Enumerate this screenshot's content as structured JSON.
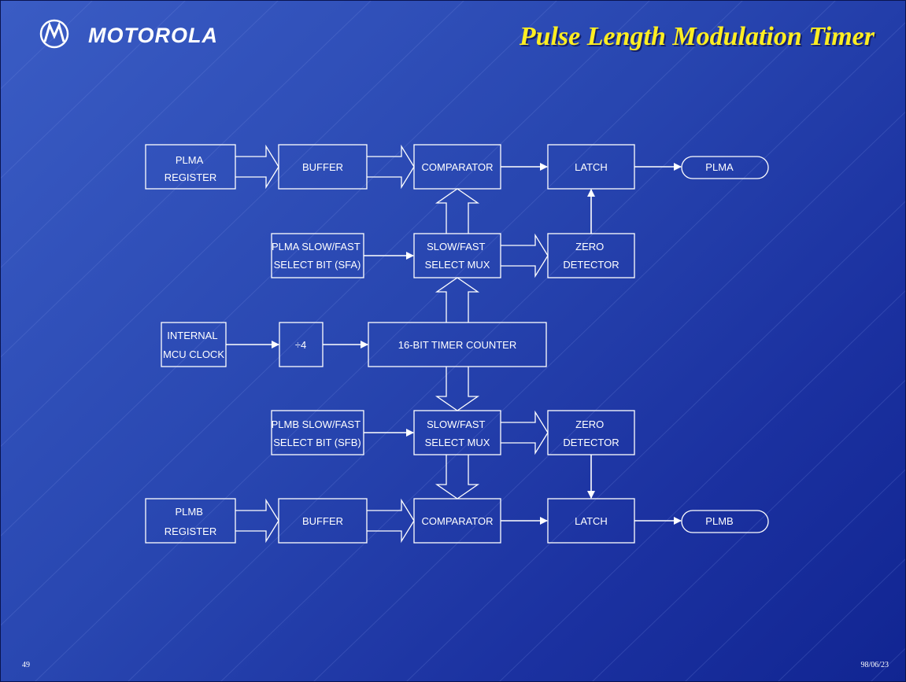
{
  "header": {
    "brand": "MOTOROLA",
    "title": "Pulse Length Modulation Timer"
  },
  "footer": {
    "page_number": "49",
    "date": "98/06/23"
  },
  "blocks": {
    "plma_register": [
      "PLMA",
      "REGISTER"
    ],
    "buffer_a": [
      "BUFFER"
    ],
    "comparator_a": [
      "COMPARATOR"
    ],
    "latch_a": [
      "LATCH"
    ],
    "output_a": [
      "PLMA"
    ],
    "plma_select_bit": [
      "PLMA SLOW/FAST",
      "SELECT BIT (SFA)"
    ],
    "select_mux_a": [
      "SLOW/FAST",
      "SELECT MUX"
    ],
    "zero_detector_a": [
      "ZERO",
      "DETECTOR"
    ],
    "internal_clock": [
      "INTERNAL",
      "MCU CLOCK"
    ],
    "divider": [
      "÷4"
    ],
    "timer_counter": [
      "16-BIT TIMER COUNTER"
    ],
    "plmb_select_bit": [
      "PLMB SLOW/FAST",
      "SELECT BIT (SFB)"
    ],
    "select_mux_b": [
      "SLOW/FAST",
      "SELECT MUX"
    ],
    "zero_detector_b": [
      "ZERO",
      "DETECTOR"
    ],
    "plmb_register": [
      "PLMB",
      "REGISTER"
    ],
    "buffer_b": [
      "BUFFER"
    ],
    "comparator_b": [
      "COMPARATOR"
    ],
    "latch_b": [
      "LATCH"
    ],
    "output_b": [
      "PLMB"
    ]
  }
}
